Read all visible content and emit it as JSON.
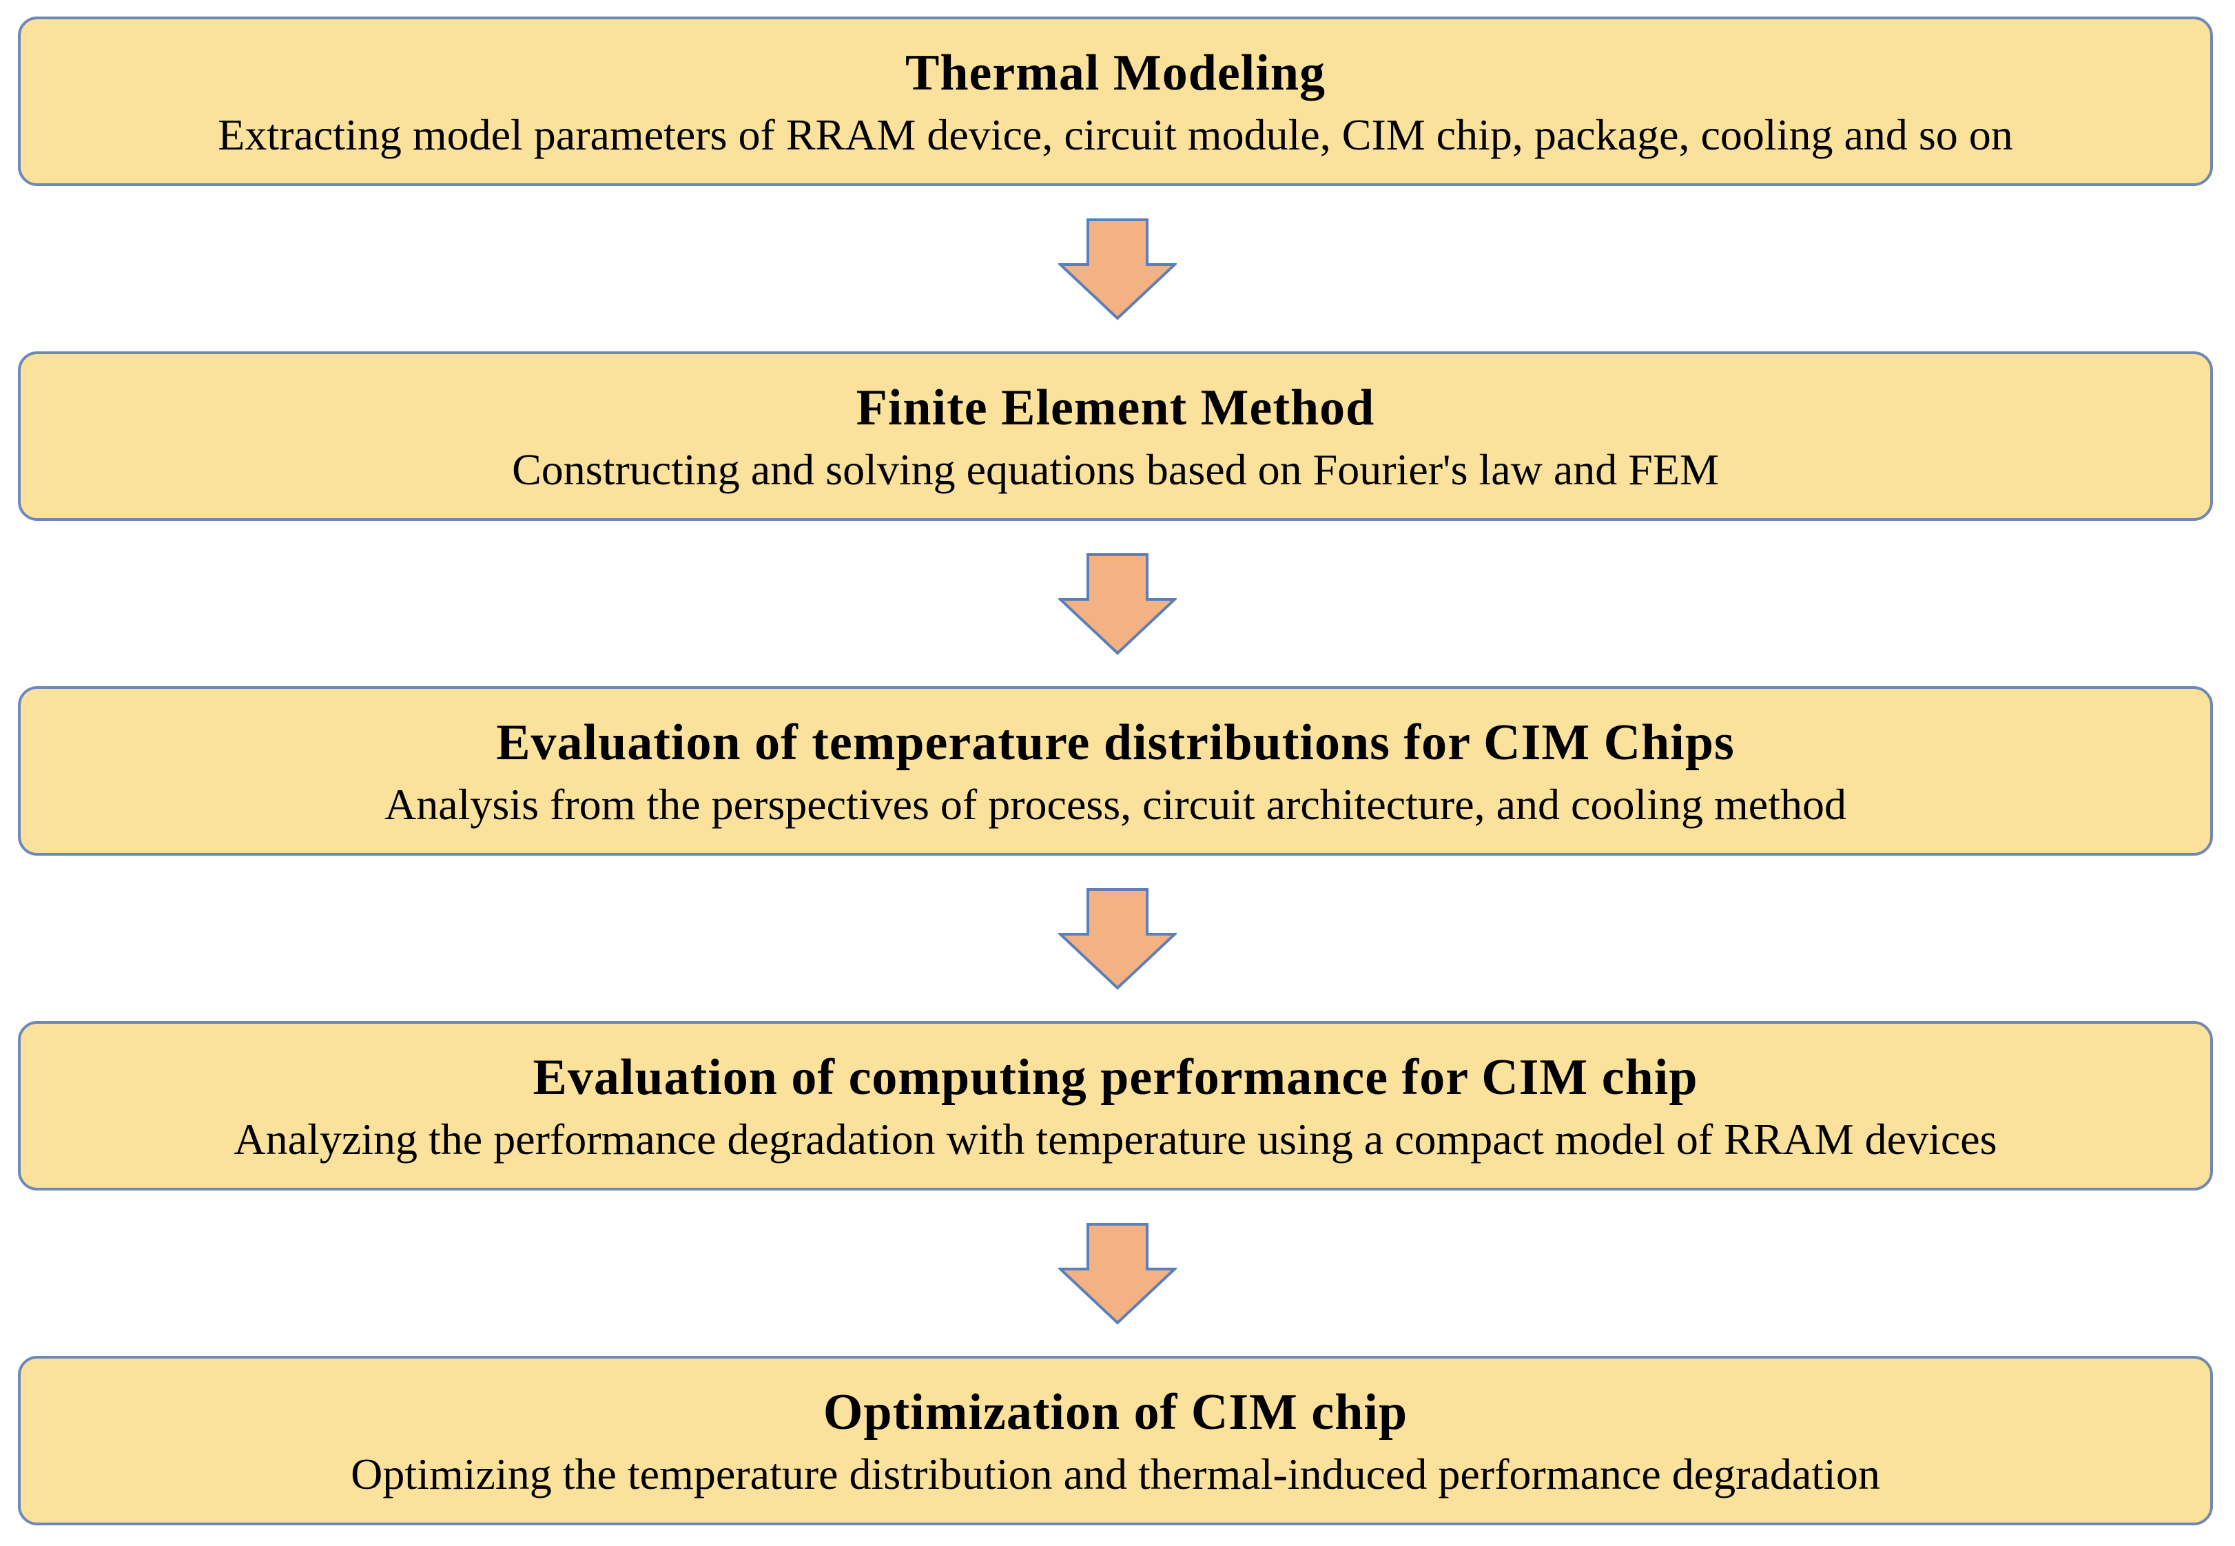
{
  "steps": [
    {
      "title": "Thermal Modeling",
      "description": "Extracting model parameters of RRAM device,  circuit module, CIM chip, package, cooling and so on"
    },
    {
      "title": "Finite Element Method",
      "description": "Constructing and solving equations based on Fourier's law and FEM"
    },
    {
      "title": "Evaluation of temperature distributions for CIM Chips",
      "description": "Analysis from the perspectives of process, circuit architecture, and cooling method"
    },
    {
      "title": "Evaluation of computing performance for CIM chip",
      "description": "Analyzing the performance degradation with temperature using a compact model of RRAM devices"
    },
    {
      "title": "Optimization of CIM chip",
      "description": "Optimizing the temperature distribution and thermal-induced performance degradation"
    }
  ],
  "colors": {
    "box_fill": "#fbe29c",
    "box_border": "#6d87b8",
    "arrow_fill": "#f4b183",
    "arrow_border": "#5b7fb8"
  },
  "icons": {
    "connector": "down-arrow-icon"
  }
}
